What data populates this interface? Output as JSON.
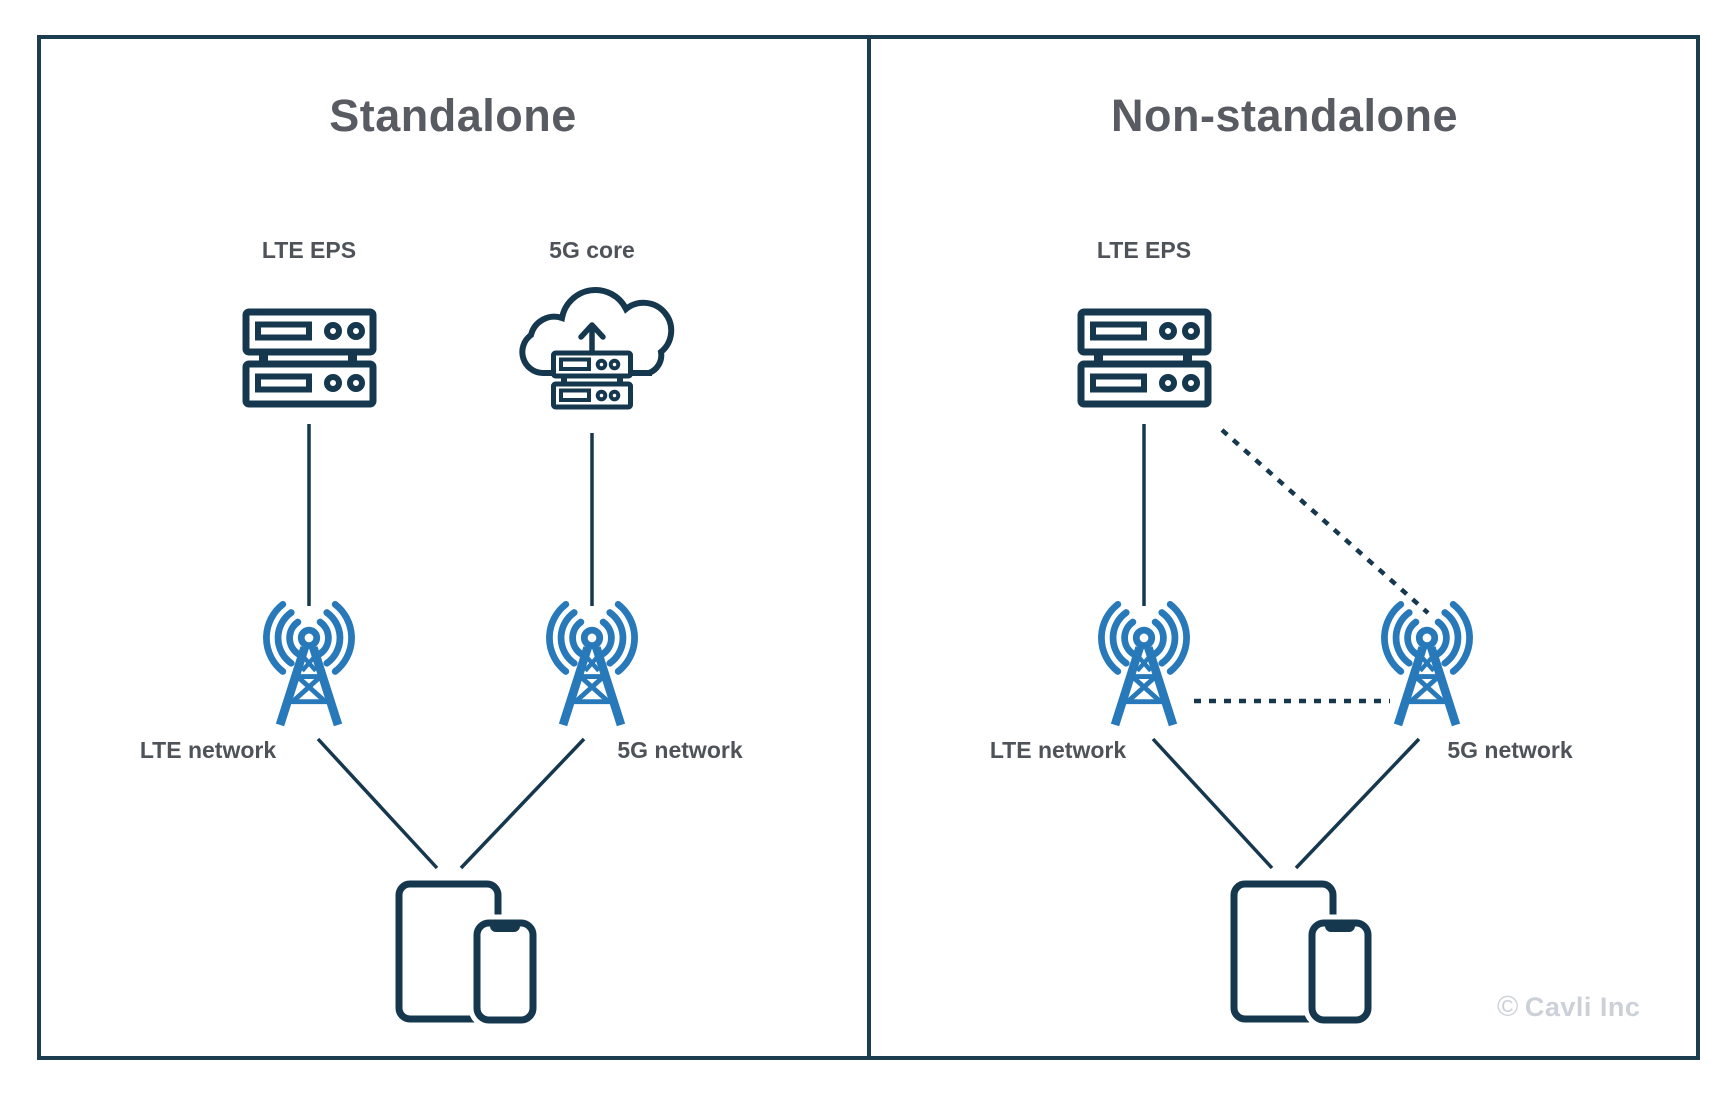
{
  "panels": {
    "left": {
      "title": "Standalone",
      "lte_eps_label": "LTE EPS",
      "fg_core_label": "5G core",
      "lte_network_label": "LTE network",
      "fg_network_label": "5G network"
    },
    "right": {
      "title": "Non-standalone",
      "lte_eps_label": "LTE EPS",
      "lte_network_label": "LTE network",
      "fg_network_label": "5G network"
    }
  },
  "watermark": {
    "symbol": "©",
    "text": "Cavli Inc"
  },
  "icons": {
    "lte_eps": "server-rack-icon",
    "fg_core": "cloud-server-icon",
    "network": "radio-tower-icon",
    "devices": "tablet-and-phone-icon",
    "watermark_mark": "copyright-icon"
  },
  "colors": {
    "tower_blue": "#2879BA",
    "line_navy": "#16384E",
    "frame_border": "#1C3C50",
    "title_gray": "#585C62",
    "label_gray": "#4D5359",
    "watermark_gray": "#CCD1D9",
    "background": "#FFFFFF"
  },
  "connections": {
    "left": [
      {
        "from": "LTE EPS",
        "to": "LTE network",
        "style": "solid"
      },
      {
        "from": "5G core",
        "to": "5G network",
        "style": "solid"
      },
      {
        "from": "LTE network",
        "to": "devices",
        "style": "solid"
      },
      {
        "from": "5G network",
        "to": "devices",
        "style": "solid"
      }
    ],
    "right": [
      {
        "from": "LTE EPS",
        "to": "LTE network",
        "style": "solid"
      },
      {
        "from": "LTE EPS",
        "to": "5G network",
        "style": "dotted"
      },
      {
        "from": "LTE network",
        "to": "5G network",
        "style": "dotted"
      },
      {
        "from": "LTE network",
        "to": "devices",
        "style": "solid"
      },
      {
        "from": "5G network",
        "to": "devices",
        "style": "solid"
      }
    ]
  }
}
